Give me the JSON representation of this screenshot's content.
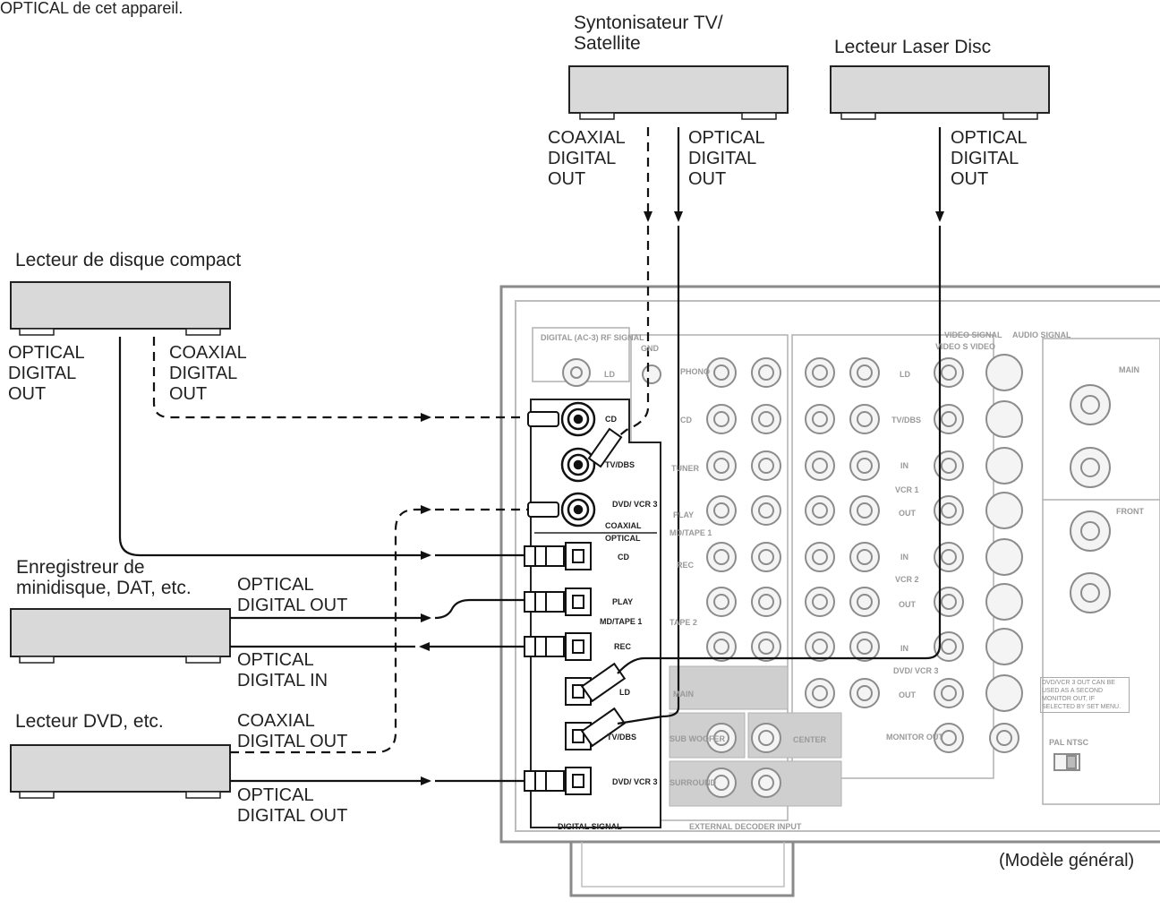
{
  "top_note": "OPTICAL de cet appareil.",
  "devices": {
    "tv_sat": "Syntonisateur TV/ Satellite",
    "laser_disc": "Lecteur Laser Disc",
    "cd_player": "Lecteur de disque compact",
    "md_recorder": "Enregistreur de minidisque, DAT, etc.",
    "dvd_player": "Lecteur DVD, etc."
  },
  "port_labels": {
    "coaxial_digital_out": "COAXIAL DIGITAL OUT",
    "optical_digital_out": "OPTICAL DIGITAL OUT",
    "optical_digital_in": "OPTICAL DIGITAL IN"
  },
  "panel": {
    "digital_rf": "DIGITAL (AC-3) RF SIGNAL",
    "ld": "LD",
    "gnd": "GND",
    "coax_cd": "CD",
    "coax_tvdbs": "TV/DBS",
    "coax_dvd": "DVD/ VCR 3",
    "coaxial": "COAXIAL",
    "optical": "OPTICAL",
    "opt_cd": "CD",
    "opt_play": "PLAY",
    "md_tape1": "MD/TAPE 1",
    "opt_rec": "REC",
    "opt_ld": "LD",
    "opt_tvdbs": "TV/DBS",
    "opt_dvd": "DVD/ VCR 3",
    "digital_signal": "DIGITAL SIGNAL",
    "phono": "PHONO",
    "cd": "CD",
    "tuner": "TUNER",
    "play": "PLAY",
    "md_tape1_b": "MD/TAPE 1",
    "rec": "REC",
    "tape2": "TAPE 2",
    "ld2": "LD",
    "tvdbs2": "TV/DBS",
    "in": "IN",
    "vcr1": "VCR 1",
    "out": "OUT",
    "vcr2": "VCR 2",
    "dvd_vcr3": "DVD/ VCR 3",
    "monitor_out": "MONITOR OUT",
    "main": "MAIN",
    "sub_woofer": "SUB WOOFER",
    "center": "CENTER",
    "surround": "SURROUND",
    "external_decoder": "EXTERNAL DECODER INPUT",
    "video_signal": "VIDEO SIGNAL",
    "audio_signal": "AUDIO SIGNAL",
    "video_s_video": "VIDEO S VIDEO",
    "main_sp": "MAIN",
    "front_sp": "FRONT",
    "dvd_note": "DVD/VCR 3 OUT CAN BE USED AS A SECOND MONITOR OUT, IF SELECTED BY SET MENU.",
    "pal_ntsc": "PAL NTSC"
  },
  "footer": "(Modèle général)"
}
